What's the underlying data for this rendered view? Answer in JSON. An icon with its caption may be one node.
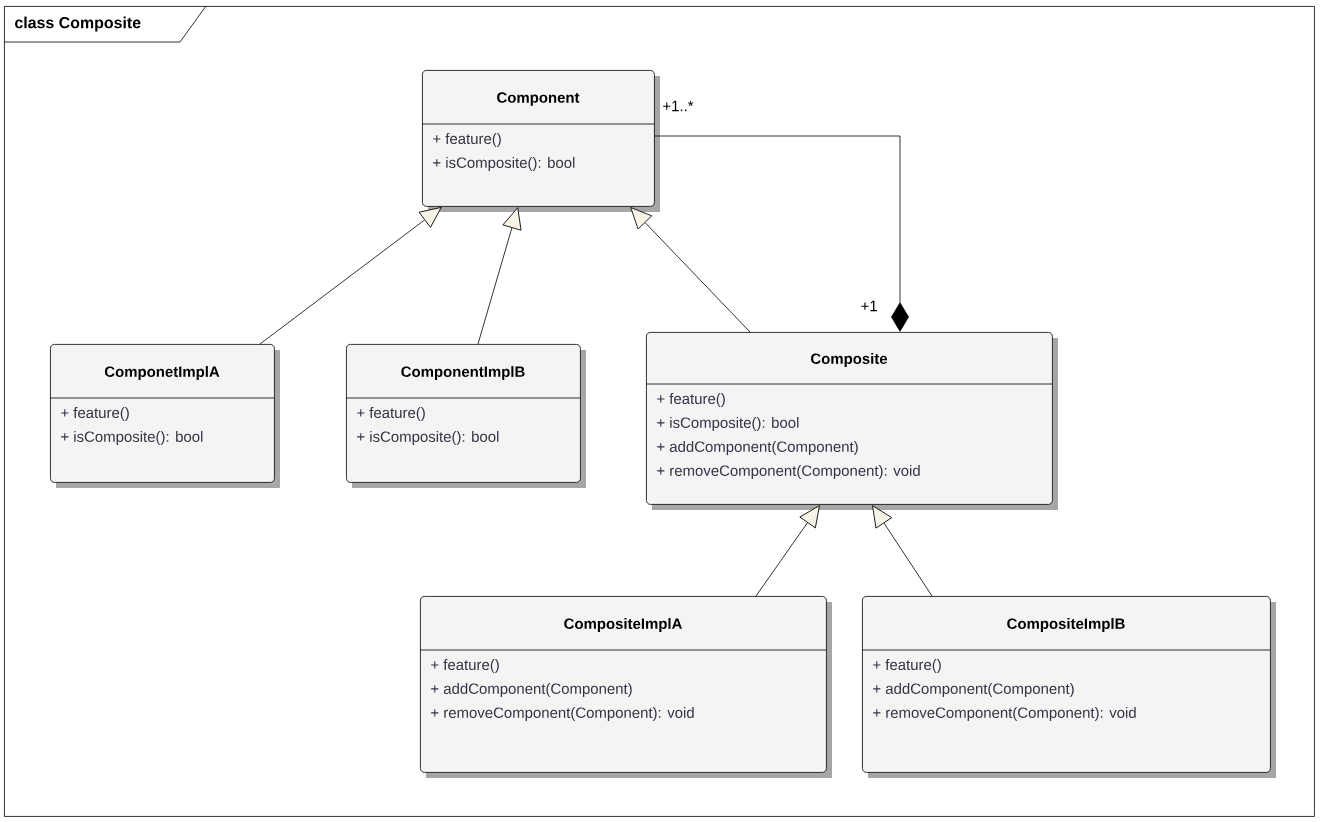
{
  "diagram": {
    "nodes": [
      {
        "text": [
          "class Composite"
        ]
      },
      {
        "text": [
          "Component",
          "+ feature()",
          "+ isComposite(): bool"
        ],
        "in": 0
      },
      {
        "text": [
          "ComponetImplA",
          "+ feature()",
          "+ isComposite(): bool"
        ],
        "in": 0
      },
      {
        "text": [
          "ComponentImplB",
          "+ feature()",
          "+ isComposite(): bool"
        ],
        "in": 0
      },
      {
        "text": [
          "Composite",
          "+ feature()",
          "+ isComposite(): bool",
          "+ addComponent(Component)",
          "+ removeComponent(Component): void"
        ],
        "in": 0
      },
      {
        "text": [
          "CompositeImplA",
          "+ feature()",
          "+ addComponent(Component)",
          "+ removeComponent(Component): void"
        ],
        "in": 0
      },
      {
        "text": [
          "CompositeImplB",
          "+ feature()",
          "+ addComponent(Component)",
          "+ removeComponent(Component): void"
        ],
        "in": 0
      }
    ],
    "edges": [
      {
        "from": 2,
        "to": 1,
        "arrow": "to"
      },
      {
        "from": 3,
        "to": 1,
        "arrow": "to"
      },
      {
        "from": 4,
        "to": 1,
        "arrow": "to"
      },
      {
        "from": 1,
        "to": 4,
        "arrow": "other"
      },
      {
        "from": 5,
        "to": 4,
        "arrow": "to"
      },
      {
        "from": 6,
        "to": 4,
        "arrow": "to"
      }
    ],
    "labels": [
      "+1..*",
      "+1"
    ]
  }
}
